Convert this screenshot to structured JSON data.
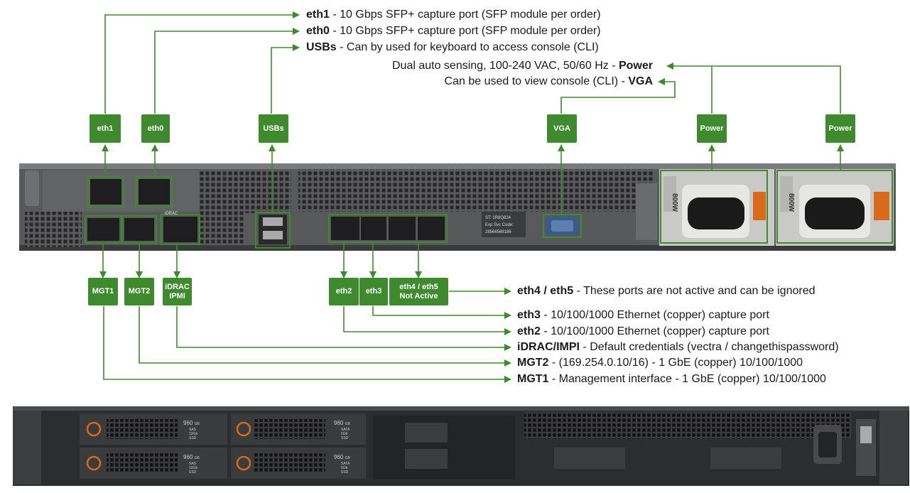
{
  "labels": {
    "eth1": "eth1",
    "eth0": "eth0",
    "usbs": "USBs",
    "vga": "VGA",
    "power1": "Power",
    "power2": "Power",
    "mgt1": "MGT1",
    "mgt2": "MGT2",
    "idrac_l1": "iDRAC",
    "idrac_l2": "IPMI",
    "eth2": "eth2",
    "eth3": "eth3",
    "eth45_l1": "eth4 / eth5",
    "eth45_l2": "Not Active"
  },
  "descriptions": {
    "eth1": {
      "name": "eth1",
      "text": " - 10 Gbps SFP+ capture port (SFP module per order)"
    },
    "eth0": {
      "name": "eth0",
      "text": " - 10 Gbps SFP+ capture port (SFP module per order)"
    },
    "usbs": {
      "name": "USBs",
      "text": " - Can by used for keyboard to access console (CLI)"
    },
    "power": {
      "text": "Dual auto sensing, 100-240 VAC, 50/60 Hz - ",
      "name": "Power"
    },
    "vga": {
      "text": "Can be used to view console (CLI) - ",
      "name": "VGA"
    },
    "eth45": {
      "name": "eth4 / eth5",
      "text": " - These ports are not active and can be ignored"
    },
    "eth3": {
      "name": "eth3",
      "text": " - 10/100/1000 Ethernet (copper) capture port"
    },
    "eth2": {
      "name": "eth2",
      "text": " - 10/100/1000 Ethernet (copper) capture port"
    },
    "idrac": {
      "name": "iDRAC/IMPI",
      "text": " - Default credentials (vectra / changethispassword)"
    },
    "mgt2": {
      "name": "MGT2",
      "text": " - (169.254.0.10/16) - 1 GbE (copper) 10/100/1000"
    },
    "mgt1": {
      "name": "MGT1",
      "text": " - Management interface - 1 GbE (copper) 10/100/1000"
    }
  },
  "hardware": {
    "psu_rating_1": "800W",
    "psu_rating_2": "800W",
    "service_tag": "ST: 1R8Q824",
    "express_code": "Exp Svc Code:",
    "express_number": "28566588186",
    "idrac_port_text": "iDRAC",
    "drives": [
      {
        "cap": "960",
        "unit": "GB",
        "type": "SAS",
        "rate": "12Gb",
        "kind": "SSD"
      },
      {
        "cap": "960",
        "unit": "GB",
        "type": "SATA",
        "rate": "6Gb",
        "kind": "SSD"
      },
      {
        "cap": "960",
        "unit": "GB",
        "type": "SAS",
        "rate": "12Gb",
        "kind": "SSD"
      },
      {
        "cap": "960",
        "unit": "GB",
        "type": "SATA",
        "rate": "6Gb",
        "kind": "SSD"
      }
    ]
  },
  "colors": {
    "accent": "#3f8a2e",
    "chassis": "#4a4b4d",
    "front": "#2c2d2f"
  }
}
